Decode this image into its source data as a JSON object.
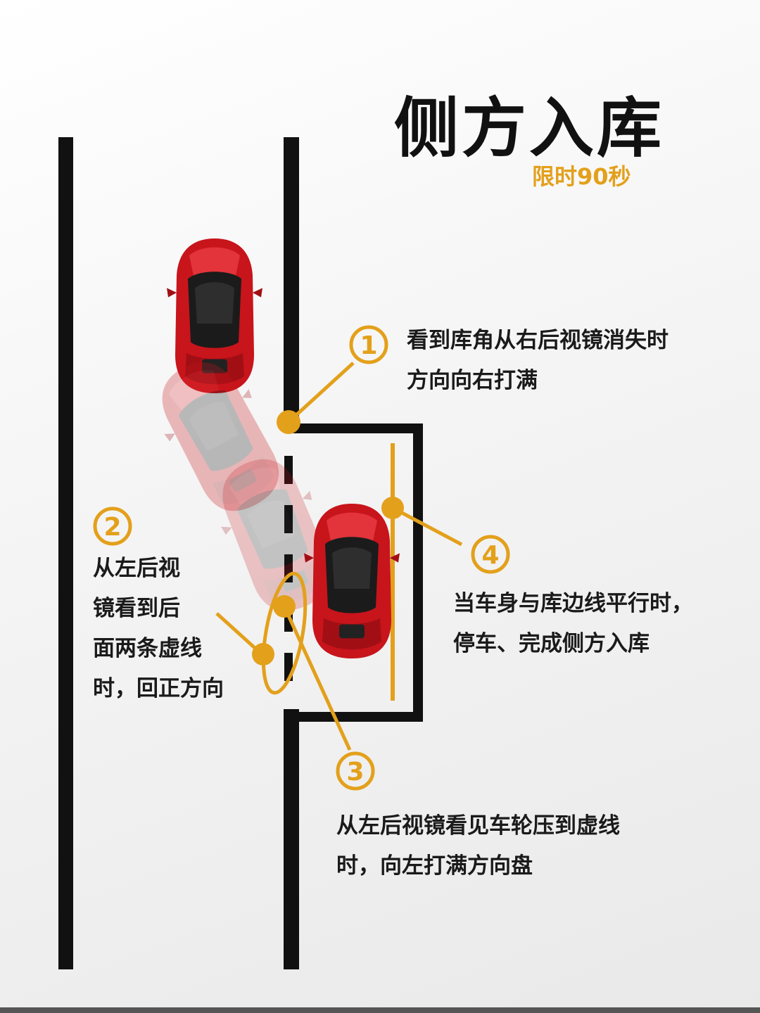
{
  "title": "侧方入库",
  "subtitle": "限时90秒",
  "colors": {
    "accent": "#E3A01B",
    "line": "#111111",
    "car_red": "#C8141B",
    "text": "#1A1A1A"
  },
  "steps": [
    {
      "number": "1",
      "lines": [
        "看到库角从右后视镜消失时",
        "方向向右打满"
      ]
    },
    {
      "number": "2",
      "lines": [
        "从左后视",
        "镜看到后",
        "面两条虚线",
        "时，回正方向"
      ]
    },
    {
      "number": "3",
      "lines": [
        "从左后视镜看见车轮压到虚线",
        "时，向左打满方向盘"
      ]
    },
    {
      "number": "4",
      "lines": [
        "当车身与库边线平行时，",
        "停车、完成侧方入库"
      ]
    }
  ]
}
